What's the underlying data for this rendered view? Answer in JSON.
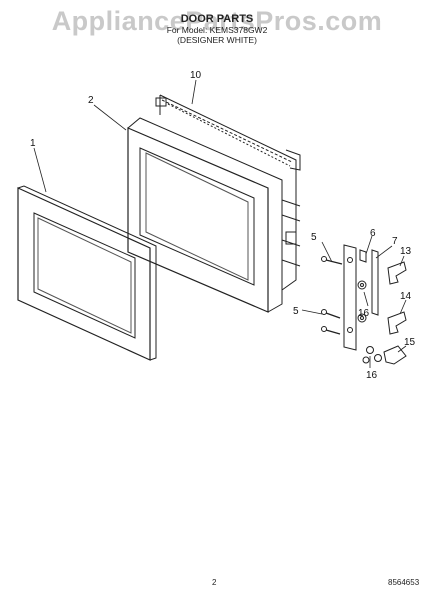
{
  "watermark": "AppliancePartsPros.com",
  "header": {
    "title": "DOOR PARTS",
    "line2": "For Model: KEMS378GW2",
    "line3": "(DESIGNER WHITE)"
  },
  "callouts": {
    "c1": "1",
    "c2": "2",
    "c10": "10",
    "c5a": "5",
    "c5b": "5",
    "c6": "6",
    "c7": "7",
    "c13": "13",
    "c16a": "16",
    "c14": "14",
    "c15": "15",
    "c16b": "16"
  },
  "footer": {
    "page_number": "2",
    "doc_number": "8564653"
  }
}
